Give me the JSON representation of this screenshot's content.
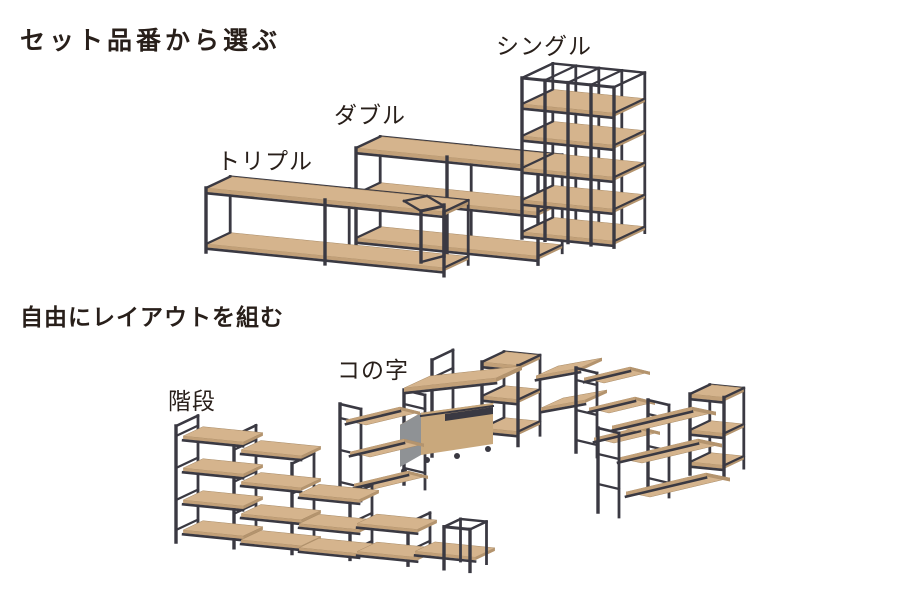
{
  "page": {
    "background": "#ffffff"
  },
  "sections": [
    {
      "heading": "セット品番から選ぶ",
      "items": [
        {
          "label": "トリプル",
          "illustration": "low-wide-2-tier-shelf-set"
        },
        {
          "label": "ダブル",
          "illustration": "medium-wide-3-tier-shelf-set"
        },
        {
          "label": "シングル",
          "illustration": "tall-5-tier-shelf-set"
        }
      ]
    },
    {
      "heading": "自由にレイアウトを組む",
      "items": [
        {
          "label": "階段",
          "illustration": "staircase-layout"
        },
        {
          "label": "コの字",
          "illustration": "u-shape-layout-with-cabinet"
        }
      ]
    }
  ],
  "colors": {
    "heading_text": "#281f1a",
    "frame": "#3a3942",
    "wood_top": "#d5b48d",
    "wood_front": "#c2a078",
    "wood_side": "#b4946e",
    "wood_line": "#a88a65",
    "cabinet_front": "#c9a87c",
    "cabinet_side": "#8f9295",
    "slot_dark": "#3a3942"
  }
}
